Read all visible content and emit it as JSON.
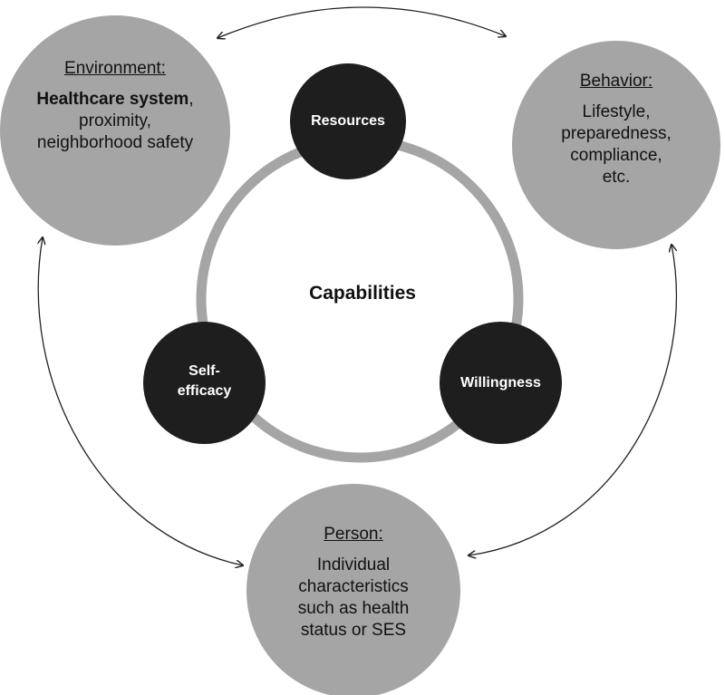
{
  "center": {
    "label": "Capabilities"
  },
  "capabilities": {
    "resources": "Resources",
    "self_efficacy_line1": "Self-",
    "self_efficacy_line2": "efficacy",
    "willingness": "Willingness"
  },
  "environment": {
    "heading": "Environment:",
    "bold_text": "Healthcare system",
    "trail_comma": ",",
    "line2": "proximity,",
    "line3": "neighborhood safety"
  },
  "behavior": {
    "heading": "Behavior:",
    "line1": "Lifestyle,",
    "line2": "preparedness,",
    "line3": "compliance,",
    "line4": "etc."
  },
  "person": {
    "heading": "Person:",
    "line1": "Individual",
    "line2": "characteristics",
    "line3": "such as health",
    "line4": "status or SES"
  },
  "colors": {
    "outer_fill": "#a5a5a5",
    "inner_fill": "#1e1e1e",
    "ring": "#a5a5a5",
    "arrow": "#222222"
  }
}
